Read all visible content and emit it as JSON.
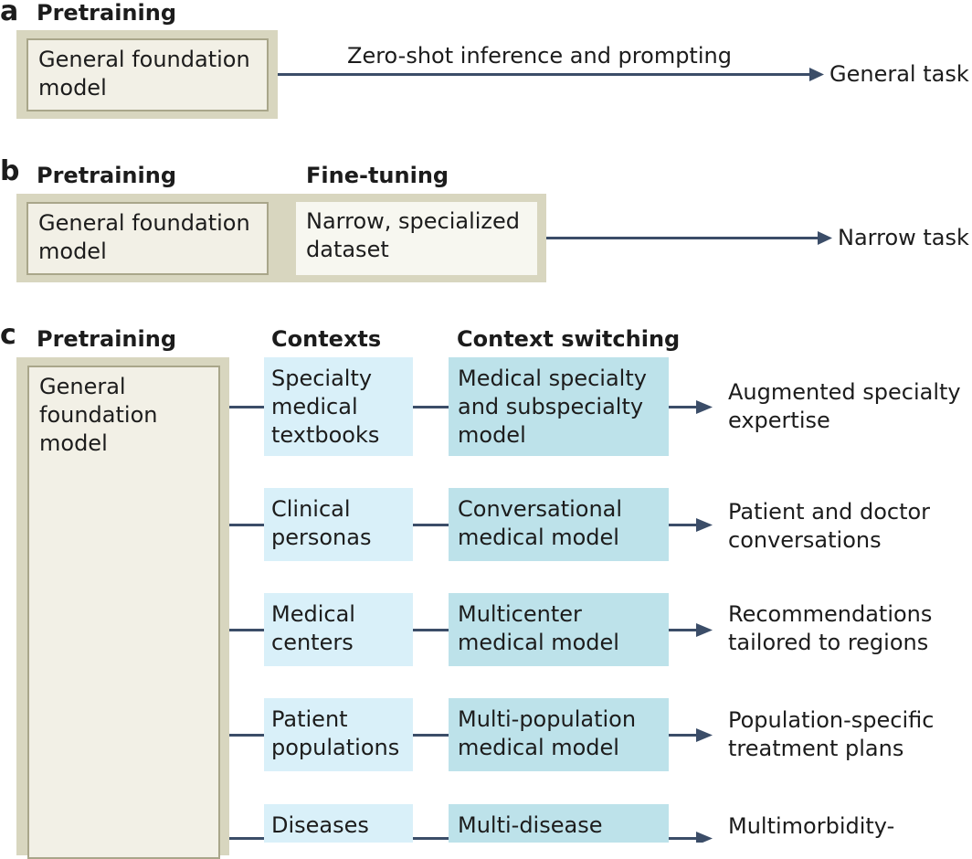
{
  "panel_a": {
    "letter": "a",
    "header": "Pretraining",
    "model_box": "General foundation\nmodel",
    "arrow_label": "Zero-shot inference and prompting",
    "output": "General task"
  },
  "panel_b": {
    "letter": "b",
    "header_pretraining": "Pretraining",
    "header_finetuning": "Fine-tuning",
    "model_box": "General foundation\nmodel",
    "dataset_box": "Narrow, specialized\ndataset",
    "output": "Narrow task"
  },
  "panel_c": {
    "letter": "c",
    "header_pretraining": "Pretraining",
    "header_contexts": "Contexts",
    "header_switching": "Context switching",
    "model_box": "General\nfoundation\nmodel",
    "rows": [
      {
        "context": "Specialty\nmedical\ntextbooks",
        "model": "Medical specialty\nand subspecialty\nmodel",
        "output": "Augmented specialty\nexpertise"
      },
      {
        "context": "Clinical\npersonas",
        "model": "Conversational\nmedical model",
        "output": "Patient and doctor\nconversations"
      },
      {
        "context": "Medical\ncenters",
        "model": "Multicenter\nmedical model",
        "output": "Recommendations\ntailored to regions"
      },
      {
        "context": "Patient\npopulations",
        "model": "Multi-population\nmedical model",
        "output": "Population-specific\ntreatment plans"
      },
      {
        "context": "Diseases",
        "model": "Multi-disease",
        "output": "Multimorbidity-"
      }
    ]
  },
  "colors": {
    "arrow": "#3b4d68",
    "frame": "#d8d6bf",
    "context_fill": "#d9f0f9",
    "model_fill": "#bde2ea"
  }
}
